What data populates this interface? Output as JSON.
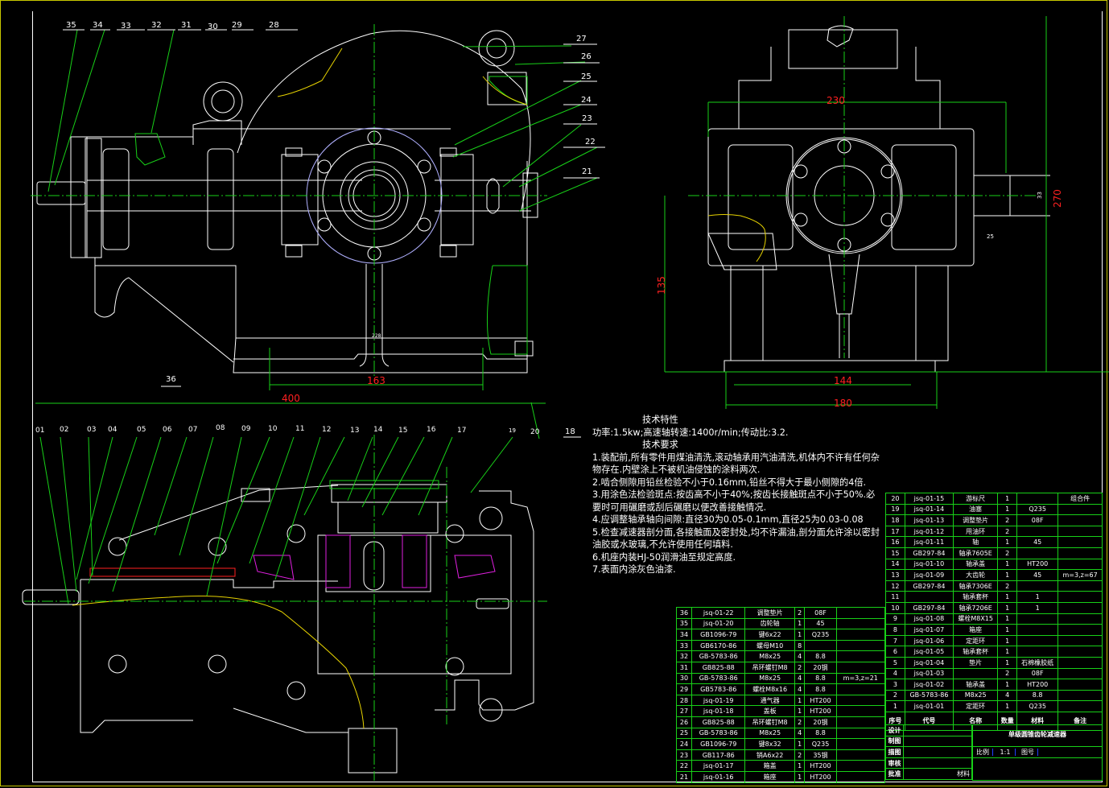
{
  "drawing": {
    "title": "单级圆锥齿轮减速器",
    "colors": {
      "outline": "#ffffff",
      "center": "#18d018",
      "dim_text": "#ff2020",
      "hatch_cut": "#e020e0",
      "break_line": "#e6d200",
      "hidden": "#2040ff"
    }
  },
  "front_view": {
    "balloons_top": [
      "35",
      "34",
      "33",
      "32",
      "31",
      "30",
      "29",
      "28"
    ],
    "balloons_right": [
      "27",
      "26",
      "25",
      "24",
      "23",
      "22",
      "21"
    ],
    "balloon_bottom": "36",
    "balloon_18": "18",
    "dimensions": {
      "overall_length": "400",
      "base_bolt_span": "163",
      "small_note": "228"
    }
  },
  "side_view": {
    "dimensions": {
      "width_top": "230",
      "height": "270",
      "center_height": "135",
      "base_bolt_span": "144",
      "base_width": "180",
      "shaft_dia": "33",
      "key": "25"
    }
  },
  "top_view": {
    "balloons": [
      "01",
      "02",
      "03",
      "04",
      "05",
      "06",
      "07",
      "08",
      "09",
      "10",
      "11",
      "12",
      "13",
      "14",
      "15",
      "16",
      "17",
      "19",
      "20"
    ]
  },
  "tech": {
    "spec_title": "技术特性",
    "spec": "功率:1.5kw;高速轴转速:1400r/min;传动比:3.2.",
    "req_title": "技术要求",
    "lines": [
      "1.装配前,所有零件用煤油清洗,滚动轴承用汽油清洗,机体内不许有任何杂物存在.内壁涂上不被机油侵蚀的涂料两次.",
      "2.啮合侧隙用铅丝检验不小于0.16mm,铅丝不得大于最小侧隙的4倍.",
      "3.用涂色法检验斑点:按齿高不小于40%;按齿长接触斑点不小于50%.必要时可用碾磨或刮后碾磨以便改善接触情况.",
      "4.应调整轴承轴向间隙:直径30为0.05-0.1mm,直径25为0.03-0.08",
      "5.检查减速器剖分面,各接触面及密封处,均不许漏油,剖分面允许涂以密封油胶或水玻璃,不允许使用任何填料.",
      "6.机座内装HJ-50润滑油至规定高度.",
      "7.表面内涂灰色油漆."
    ]
  },
  "bom_right": {
    "rows": [
      [
        "20",
        "jsq-01-15",
        "游标尺",
        "1",
        "",
        "组合件"
      ],
      [
        "19",
        "jsq-01-14",
        "油塞",
        "1",
        "Q235",
        ""
      ],
      [
        "18",
        "jsq-01-13",
        "调整垫片",
        "2",
        "08F",
        ""
      ],
      [
        "17",
        "jsq-01-12",
        "甩油环",
        "2",
        "",
        ""
      ],
      [
        "16",
        "jsq-01-11",
        "轴",
        "1",
        "45",
        ""
      ],
      [
        "15",
        "GB297-84",
        "轴承7605E",
        "2",
        "",
        ""
      ],
      [
        "14",
        "jsq-01-10",
        "轴承盖",
        "1",
        "HT200",
        ""
      ],
      [
        "13",
        "jsq-01-09",
        "大齿轮",
        "1",
        "45",
        "m=3,z=67"
      ],
      [
        "12",
        "GB297-84",
        "轴承7306E",
        "2",
        "",
        ""
      ],
      [
        "11",
        "",
        "轴承套杯",
        "1",
        "1",
        ""
      ],
      [
        "10",
        "GB297-84",
        "轴承7206E",
        "1",
        "1",
        ""
      ],
      [
        "9",
        "jsq-01-08",
        "螺栓M8X15",
        "1",
        "",
        ""
      ],
      [
        "8",
        "jsq-01-07",
        "箱座",
        "1",
        "",
        ""
      ],
      [
        "7",
        "jsq-01-06",
        "定距环",
        "1",
        "",
        ""
      ],
      [
        "6",
        "jsq-01-05",
        "轴承套杯",
        "1",
        "",
        ""
      ],
      [
        "5",
        "jsq-01-04",
        "垫片",
        "1",
        "石棉橡胶纸",
        ""
      ],
      [
        "4",
        "jsq-01-03",
        "",
        "2",
        "08F",
        ""
      ],
      [
        "3",
        "jsq-01-02",
        "轴承盖",
        "1",
        "HT200",
        ""
      ],
      [
        "2",
        "GB-5783-86",
        "M8x25",
        "4",
        "8.8",
        ""
      ],
      [
        "1",
        "jsq-01-01",
        "定距环",
        "1",
        "Q235",
        ""
      ]
    ],
    "header": [
      "序号",
      "代号",
      "名称",
      "数量",
      "材料",
      "备注"
    ]
  },
  "bom_left": {
    "rows": [
      [
        "36",
        "jsq-01-22",
        "调整垫片",
        "2",
        "08F",
        ""
      ],
      [
        "35",
        "jsq-01-20",
        "齿轮轴",
        "1",
        "45",
        ""
      ],
      [
        "34",
        "GB1096-79",
        "键6x22",
        "1",
        "Q235",
        ""
      ],
      [
        "33",
        "GB6170-86",
        "螺母M10",
        "8",
        "",
        ""
      ],
      [
        "32",
        "GB-5783-86",
        "M8x25",
        "4",
        "8.8",
        ""
      ],
      [
        "31",
        "GB825-88",
        "吊环螺钉M8",
        "2",
        "20钢",
        ""
      ],
      [
        "30",
        "GB-5783-86",
        "M8x25",
        "4",
        "8.8",
        "m=3,z=21"
      ],
      [
        "29",
        "GB5783-86",
        "螺栓M8x16",
        "4",
        "8.8",
        ""
      ],
      [
        "28",
        "jsq-01-19",
        "通气器",
        "1",
        "HT200",
        ""
      ],
      [
        "27",
        "jsq-01-18",
        "盖板",
        "1",
        "HT200",
        ""
      ],
      [
        "26",
        "GB825-88",
        "吊环螺钉M8",
        "2",
        "20钢",
        ""
      ],
      [
        "25",
        "GB-5783-86",
        "M8x25",
        "4",
        "8.8",
        ""
      ],
      [
        "24",
        "GB1096-79",
        "键8x32",
        "1",
        "Q235",
        ""
      ],
      [
        "23",
        "GB117-86",
        "销A6x22",
        "2",
        "35钢",
        ""
      ],
      [
        "22",
        "jsq-01-17",
        "箱盖",
        "1",
        "HT200",
        ""
      ],
      [
        "21",
        "jsq-01-16",
        "箱座",
        "1",
        "HT200",
        ""
      ]
    ]
  },
  "title_block": {
    "rows": [
      "设计",
      "制图",
      "描图",
      "审核",
      "批准"
    ],
    "scale_label": "比例",
    "scale": "1:1",
    "drawing_no_label": "图号",
    "material_label": "材料"
  }
}
